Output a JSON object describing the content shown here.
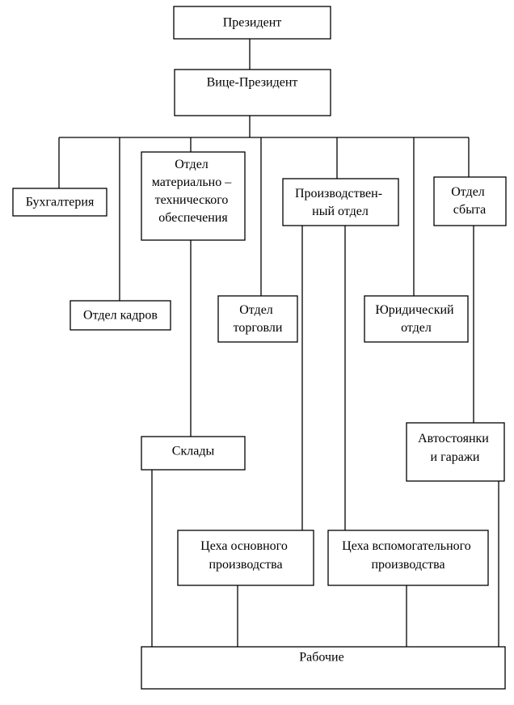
{
  "diagram": {
    "president": "Президент",
    "vice_president": "Вице-Президент",
    "accounting": "Бухгалтерия",
    "logistics": [
      "Отдел",
      "материально –",
      "технического",
      "обеспечения"
    ],
    "production_dept": [
      "Производствен-",
      "ный отдел"
    ],
    "sales_dept": [
      "Отдел",
      "сбыта"
    ],
    "hr_dept": "Отдел кадров",
    "trade_dept": [
      "Отдел",
      "торговли"
    ],
    "legal_dept": [
      "Юридический",
      "отдел"
    ],
    "warehouses": "Склады",
    "parking": [
      "Автостоянки",
      "и гаражи"
    ],
    "main_workshops": [
      "Цеха основного",
      "производства"
    ],
    "aux_workshops": [
      "Цеха вспомогательного",
      "производства"
    ],
    "workers": "Рабочие"
  }
}
